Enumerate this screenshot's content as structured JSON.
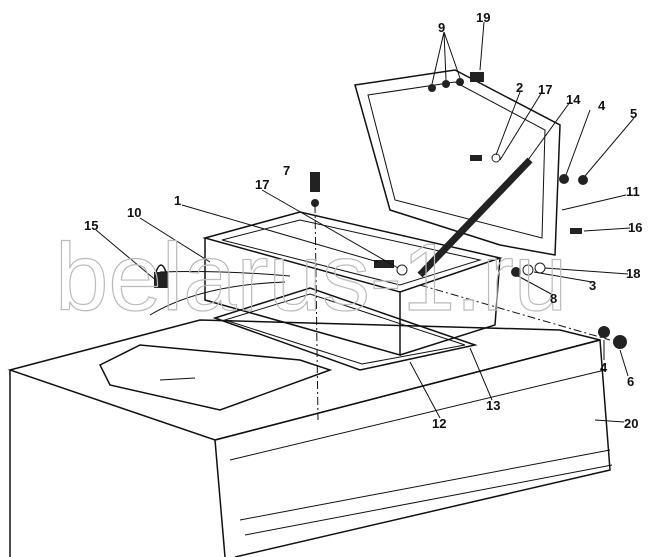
{
  "watermark": "belarus-1.ru",
  "callouts": [
    {
      "id": "c19",
      "text": "19"
    },
    {
      "id": "c9",
      "text": "9"
    },
    {
      "id": "c2",
      "text": "2"
    },
    {
      "id": "c17a",
      "text": "17"
    },
    {
      "id": "c14",
      "text": "14"
    },
    {
      "id": "c4a",
      "text": "4"
    },
    {
      "id": "c5",
      "text": "5"
    },
    {
      "id": "c11",
      "text": "11"
    },
    {
      "id": "c16",
      "text": "16"
    },
    {
      "id": "c18",
      "text": "18"
    },
    {
      "id": "c3",
      "text": "3"
    },
    {
      "id": "c8",
      "text": "8"
    },
    {
      "id": "c7",
      "text": "7"
    },
    {
      "id": "c17b",
      "text": "17"
    },
    {
      "id": "c1",
      "text": "1"
    },
    {
      "id": "c10",
      "text": "10"
    },
    {
      "id": "c15",
      "text": "15"
    },
    {
      "id": "c12",
      "text": "12"
    },
    {
      "id": "c13",
      "text": "13"
    },
    {
      "id": "c4b",
      "text": "4"
    },
    {
      "id": "c6",
      "text": "6"
    },
    {
      "id": "c20",
      "text": "20"
    }
  ]
}
